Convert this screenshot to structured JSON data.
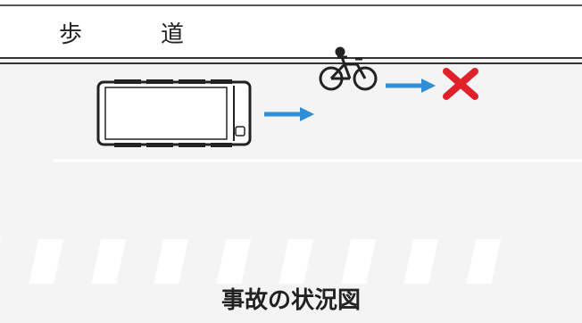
{
  "sidewalk": {
    "char1": "歩",
    "char2": "道"
  },
  "caption": "事故の状況図",
  "colors": {
    "arrow": "#2f8fd6",
    "cross": "#e0202a",
    "ink": "#222222",
    "road": "#f4f4f4",
    "sidewalk": "#ffffff"
  },
  "icons": [
    "bus-icon",
    "bicycle-icon",
    "arrow-icon",
    "cross-icon"
  ]
}
